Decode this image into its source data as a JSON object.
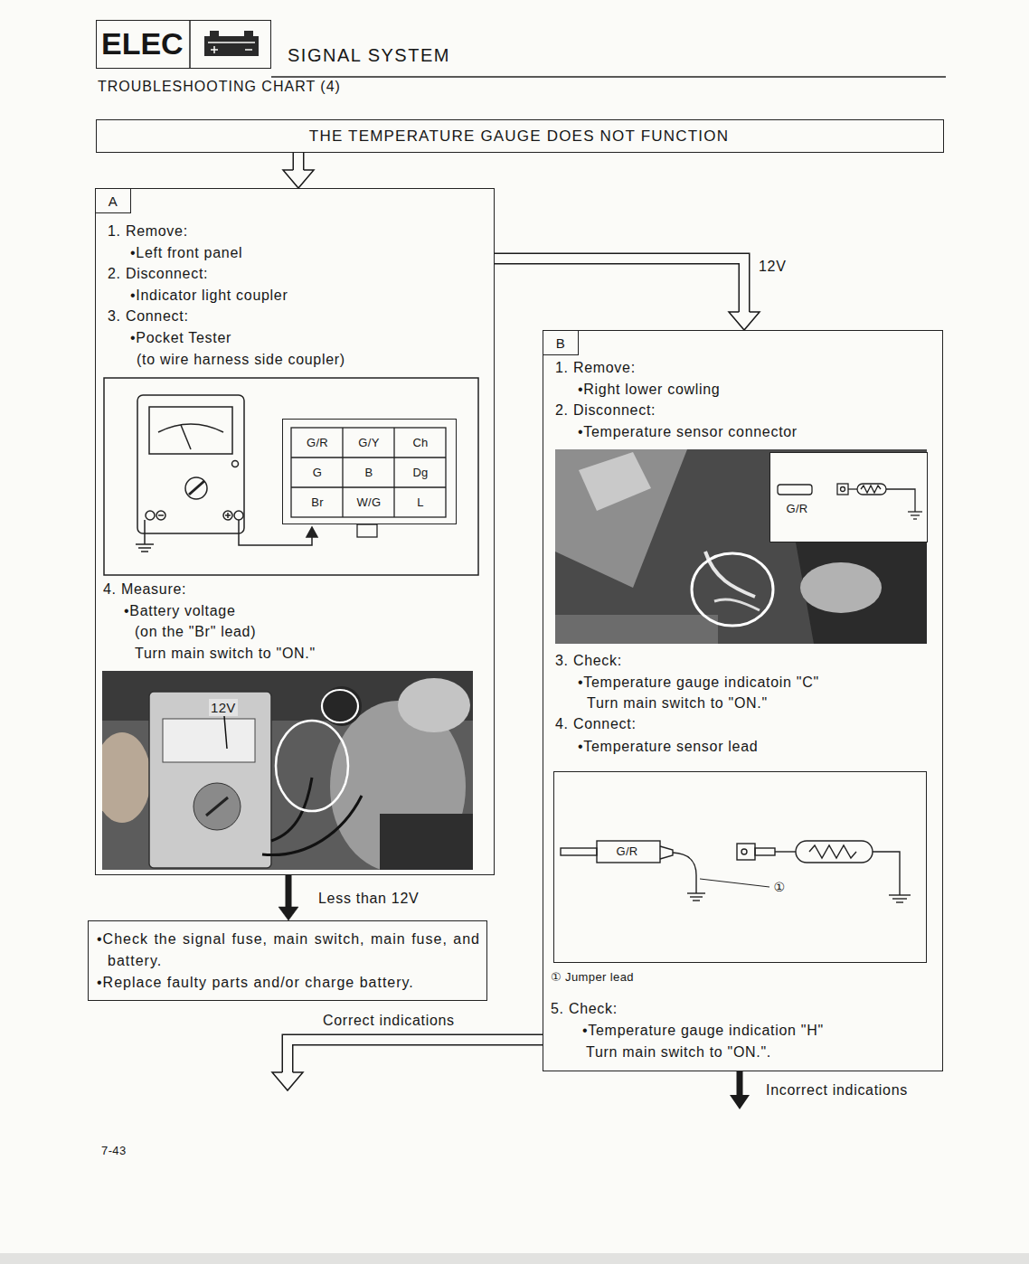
{
  "diagram": {
    "title": "SIGNAL SYSTEM",
    "nodes": [
      {
        "text": [
          "ELEC"
        ]
      },
      {
        "text": [
          "THE TEMPERATURE GAUGE DOES NOT FUNCTION"
        ]
      },
      {
        "text": [
          "A",
          "1. Remove:",
          "•Left front panel",
          "2. Disconnect:",
          "•Indicator light coupler",
          "3. Connect:",
          "•Pocket Tester",
          "(to wire harness side coupler)",
          "4. Measure:",
          "•Battery voltage",
          "(on the \"Br\" lead)",
          "Turn main switch to \"ON.\""
        ]
      },
      {
        "text": [
          "G/R",
          "G/Y",
          "Ch",
          "G",
          "B",
          "Dg",
          "Br",
          "W/G",
          "L"
        ],
        "in": 2
      },
      {
        "text": [
          "•Check the signal fuse, main switch, main fuse, and battery.",
          "•Replace faulty parts and/or charge battery."
        ]
      },
      {
        "text": [
          "B",
          "1. Remove:",
          "•Right lower cowling",
          "2. Disconnect:",
          "•Temperature sensor connector",
          "3. Check:",
          "•Temperature gauge indicatoin \"C\"",
          "Turn main switch to \"ON.\"",
          "4. Connect:",
          "•Temperature sensor lead",
          "① Jumper lead",
          "5. Check:",
          "•Temperature gauge indication \"H\"",
          "Turn main switch to \"ON.\"."
        ]
      },
      {
        "text": [
          "G/R"
        ],
        "in": 5
      },
      {
        "text": [
          "G/R",
          "①"
        ],
        "in": 5
      }
    ],
    "edges": [
      {
        "from": 1,
        "to": 2,
        "arrow": "to"
      },
      {
        "from": 2,
        "to": 4,
        "label": "Less than 12V",
        "arrow": "to"
      },
      {
        "from": 2,
        "to": 5,
        "label": "12V",
        "arrow": "to"
      }
    ],
    "labels": [
      "TROUBLESHOOTING CHART (4)",
      "12V",
      "Correct indications",
      "Incorrect indications",
      "7-43"
    ]
  }
}
